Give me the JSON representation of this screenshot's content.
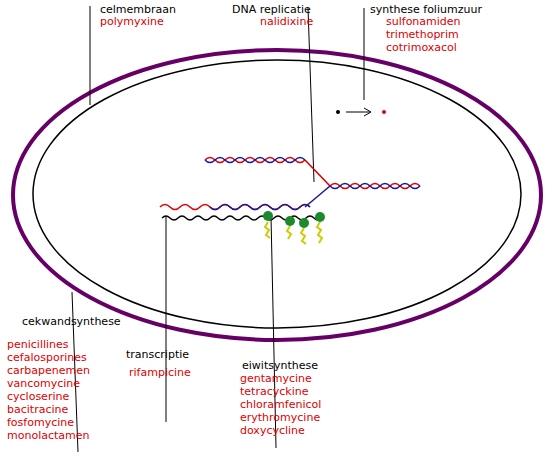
{
  "diagram": {
    "labels": [
      "celmembraan",
      "polymyxine",
      "DNA replicatie",
      "nalidixine",
      "synthese foliumzuur",
      "sulfonamiden",
      "trimethoprim",
      "cotrimoxacol",
      "cekwandsynthese",
      "penicillines",
      "cefalosporines",
      "carbapenemen",
      "vancomycine",
      "cycloserine",
      "bacitracine",
      "fosfomycine",
      "monolactamen",
      "transcriptie",
      "rifampicine",
      "eiwitsynthese",
      "gentamycine",
      "tetracyckine",
      "chloramfenicol",
      "erythromycine",
      "doxycycline"
    ]
  }
}
